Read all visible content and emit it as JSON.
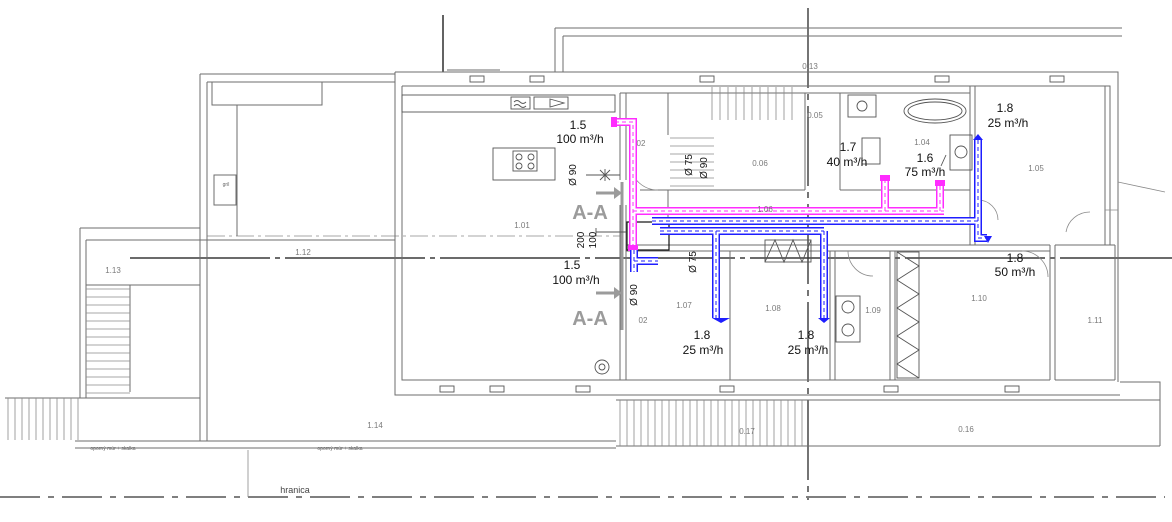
{
  "room_numbers": [
    "0.13",
    "0.05",
    "1.04",
    "0.06",
    "1.05",
    "1.01",
    "1.06",
    "1.12",
    "1.13",
    "1.14",
    "0.17",
    "0.16",
    "1.07",
    "1.08",
    "1.09",
    "1.10",
    "1.11",
    "02",
    "02"
  ],
  "air_outlets": [
    {
      "code": "1.5",
      "flow": "100 m³/h"
    },
    {
      "code": "1.5",
      "flow": "100 m³/h"
    },
    {
      "code": "1.7",
      "flow": "40 m³/h"
    },
    {
      "code": "1.6",
      "flow": "75 m³/h"
    },
    {
      "code": "1.8",
      "flow": "25 m³/h"
    },
    {
      "code": "1.8",
      "flow": "50 m³/h"
    },
    {
      "code": "1.8",
      "flow": "25 m³/h"
    },
    {
      "code": "1.8",
      "flow": "25 m³/h"
    }
  ],
  "duct_dimensions": [
    "Ø 90",
    "Ø 75",
    "Ø 90",
    "200",
    "100",
    "Ø 75",
    "Ø 90"
  ],
  "section_marks": [
    "A-A",
    "A-A"
  ],
  "notes": {
    "boundary": "hranica",
    "retaining_wall": [
      "oporný múr + skalka",
      "oporný múr + skalka"
    ],
    "grill": "gril"
  },
  "colors": {
    "supply_duct": "#ff2cff",
    "exhaust_duct": "#1e1eff",
    "section_mark": "#9b9b9b",
    "axis": "#3a3a3a",
    "boundary": "#555555"
  }
}
